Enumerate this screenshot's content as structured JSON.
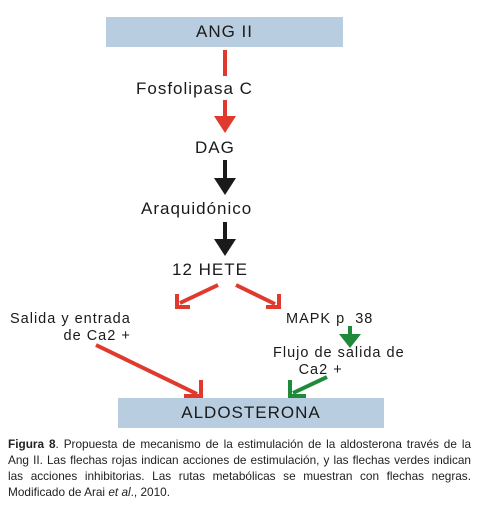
{
  "diagram": {
    "top_node": "ANG II",
    "step_1": "Fosfolipasa C",
    "step_2": "DAG",
    "step_3": "Araquidónico",
    "step_4": "12 HETE",
    "left_branch": {
      "line1": "Salida y entrada",
      "line2": "de Ca2 +"
    },
    "right_branch": "MAPK p  38",
    "flux": {
      "line1": "Flujo de salida de",
      "line2": "Ca2 +"
    },
    "bottom_node": "ALDOSTERONA",
    "colors": {
      "stimulation": "#e03a2f",
      "inhibition": "#1e8a3a",
      "metabolic": "#1a1a1a",
      "box": "#b8cde0"
    }
  },
  "caption": {
    "label": "Figura 8",
    "part1": ". Propuesta de mecanismo de la estimulación de la aldosterona través de la Ang II. Las flechas rojas indican acciones de estimulación, y las flechas verdes indican las acciones inhibitorias. Las rutas metabólicas se muestran con flechas negras. Modificado de Arai ",
    "et_al": "et al",
    "part2": "., 2010."
  }
}
